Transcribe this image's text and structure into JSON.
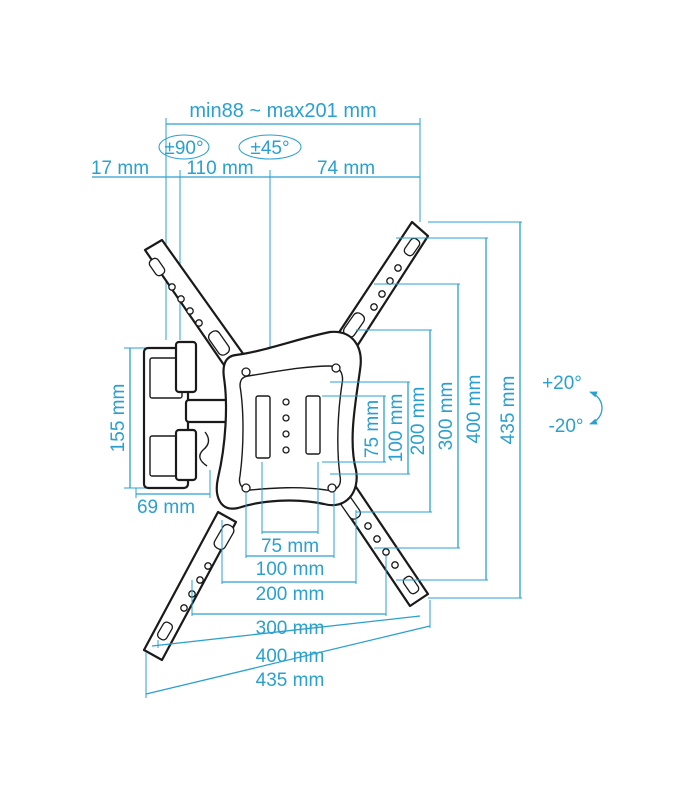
{
  "top_labels": {
    "depth_range": "min88 ~ max201 mm",
    "swivel": "±90°",
    "swivel_arm": "±45°",
    "offset_left": "17 mm",
    "offset_mid": "110 mm",
    "offset_right": "74 mm"
  },
  "tilt": {
    "up": "+20°",
    "down": "-20°"
  },
  "wall_plate": {
    "height": "155 mm",
    "width": "69 mm"
  },
  "vesa_horizontal": [
    "75 mm",
    "100 mm",
    "200 mm",
    "300 mm",
    "400 mm",
    "435 mm"
  ],
  "vesa_vertical": [
    "75 mm",
    "100 mm",
    "200 mm",
    "300 mm",
    "400 mm",
    "435 mm"
  ],
  "colors": {
    "dimension": "#2aa0d0",
    "outline": "#1a1a1a"
  }
}
